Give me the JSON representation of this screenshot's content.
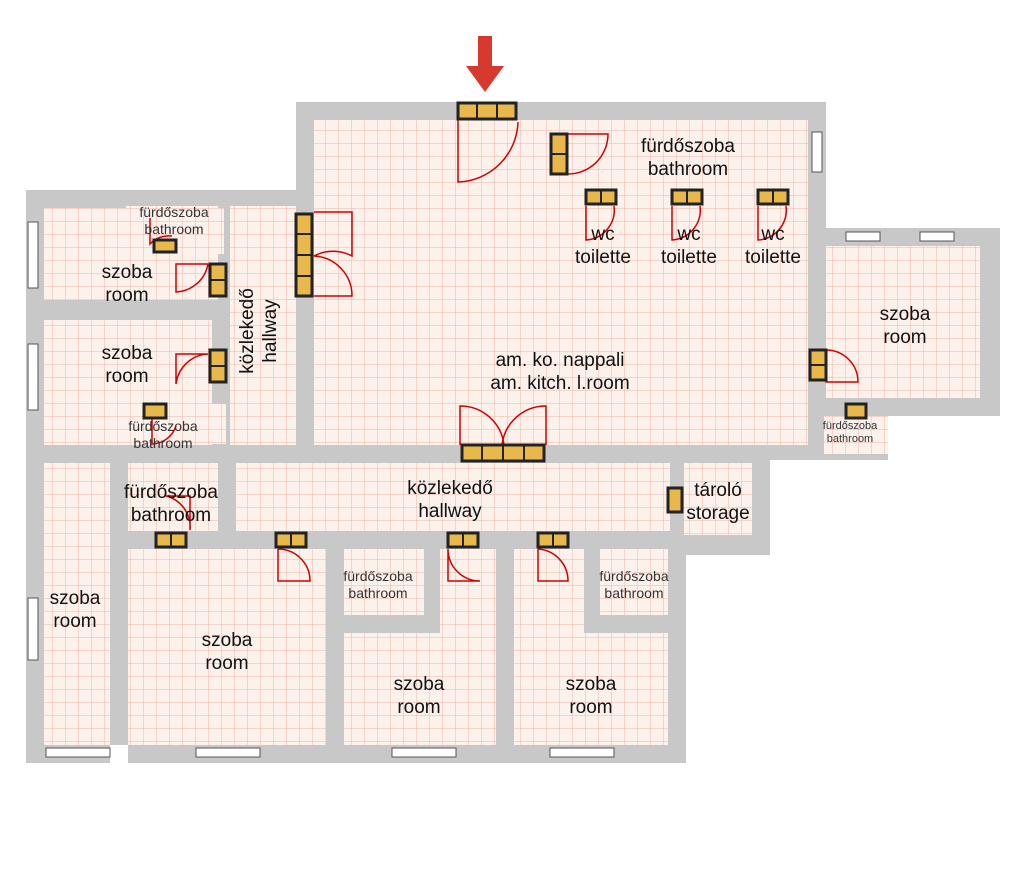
{
  "colors": {
    "wall": "#c8c8c8",
    "floor": "#fdf1ec",
    "grid": "#eab5a8",
    "door": "#d40000",
    "door_frame": "#222222",
    "door_fill": "#e8b84a",
    "arrow": "#d63a2e",
    "window": "#ffffff"
  },
  "labels": {
    "bath_top": [
      "fürdőszoba",
      "bathroom"
    ],
    "wc1": [
      "wc",
      "toilette"
    ],
    "wc2": [
      "wc",
      "toilette"
    ],
    "wc3": [
      "wc",
      "toilette"
    ],
    "bath_left_top": [
      "fürdőszoba",
      "bathroom"
    ],
    "room_left1": [
      "szoba",
      "room"
    ],
    "room_left2": [
      "szoba",
      "room"
    ],
    "bath_left_mid": [
      "fürdőszoba",
      "bathroom"
    ],
    "hallway_vert": [
      "közlekedő",
      "hallway"
    ],
    "living": [
      "am. ko. nappali",
      "am. kitch. l.room"
    ],
    "room_right": [
      "szoba",
      "room"
    ],
    "bath_right": [
      "fürdőszoba",
      "bathroom"
    ],
    "bath_left_low": [
      "fürdőszoba",
      "bathroom"
    ],
    "hallway_horiz": [
      "közlekedő",
      "hallway"
    ],
    "storage": [
      "tároló",
      "storage"
    ],
    "room_far_left": [
      "szoba",
      "room"
    ],
    "room_bottom1": [
      "szoba",
      "room"
    ],
    "bath_bottom1": [
      "fürdőszoba",
      "bathroom"
    ],
    "room_bottom2": [
      "szoba",
      "room"
    ],
    "room_bottom3": [
      "szoba",
      "room"
    ],
    "bath_bottom2": [
      "fürdőszoba",
      "bathroom"
    ]
  }
}
